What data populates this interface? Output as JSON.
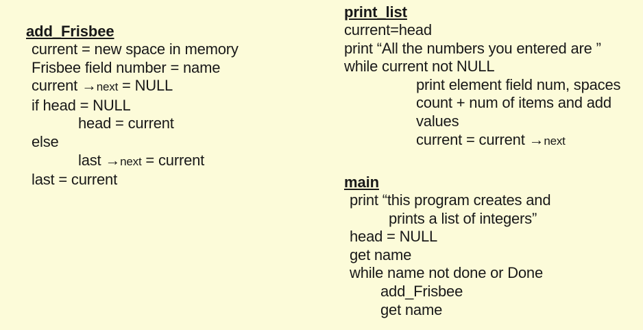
{
  "slide": {
    "background_color": "#fcfbd9",
    "text_color": "#181818"
  },
  "blocks": [
    {
      "id": "add-frisbee",
      "title": "add_Frisbee",
      "lines": [
        {
          "text": "current = new space in memory",
          "indent": 0
        },
        {
          "text": "Frisbee field number = name",
          "indent": 0
        },
        {
          "text": "current →next = NULL",
          "indent": 0,
          "parts": [
            {
              "t": "current ",
              "size": "normal"
            },
            {
              "t": "→",
              "size": "arrow"
            },
            {
              "t": "next",
              "size": "small"
            },
            {
              "t": " = NULL",
              "size": "normal"
            }
          ]
        },
        {
          "text": "if head = NULL",
          "indent": 0
        },
        {
          "text": "head = current",
          "indent": 1
        },
        {
          "text": "else",
          "indent": 0
        },
        {
          "text": "last →next = current",
          "indent": 1,
          "parts": [
            {
              "t": "last ",
              "size": "normal"
            },
            {
              "t": "→",
              "size": "arrow"
            },
            {
              "t": "next",
              "size": "small"
            },
            {
              "t": " = current",
              "size": "normal"
            }
          ]
        },
        {
          "text": "last = current",
          "indent": 0
        }
      ]
    },
    {
      "id": "print-list",
      "title": "print_list",
      "lines": [
        {
          "text": "current=head",
          "indent": 0
        },
        {
          "text": "print “All the numbers you entered are ”",
          "indent": 0
        },
        {
          "text": "while current not NULL",
          "indent": 0
        },
        {
          "text": "print element field num, spaces",
          "indent": 1
        },
        {
          "text": "count + num of items and add",
          "indent": 1
        },
        {
          "text": "values",
          "indent": 1
        },
        {
          "text": "current = current →next",
          "indent": 1,
          "parts": [
            {
              "t": "current = current ",
              "size": "normal"
            },
            {
              "t": "→",
              "size": "arrow"
            },
            {
              "t": "next",
              "size": "small"
            }
          ]
        }
      ]
    },
    {
      "id": "main",
      "title": "main",
      "lines": [
        {
          "text": "print “this program creates and",
          "indent": 0
        },
        {
          "text": "prints a list of integers”",
          "indent": 1
        },
        {
          "text": "head = NULL",
          "indent": 0
        },
        {
          "text": "get name",
          "indent": 0
        },
        {
          "text": "while name not done or Done",
          "indent": 0
        },
        {
          "text": "add_Frisbee",
          "indent": 2
        },
        {
          "text": "get name",
          "indent": 2
        }
      ]
    }
  ]
}
